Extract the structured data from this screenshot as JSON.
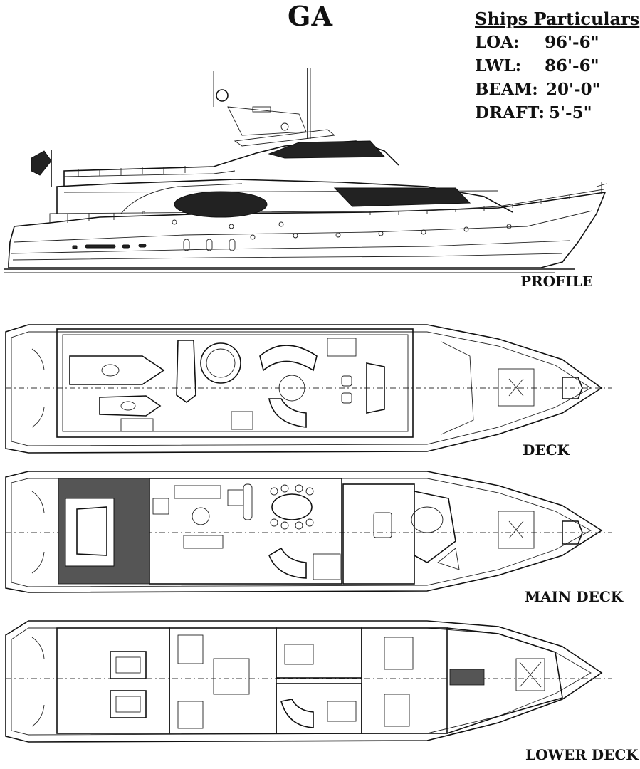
{
  "title": "GA",
  "particulars": {
    "heading": "Ships Particulars",
    "loa": {
      "label": "LOA:",
      "value": "96'-6\""
    },
    "lwl": {
      "label": "LWL:",
      "value": "86'-6\""
    },
    "beam": {
      "label": "BEAM:",
      "value": "20'-0\""
    },
    "draft": {
      "label": "DRAFT:",
      "value": "5'-5\""
    }
  },
  "views": {
    "profile": "PROFILE",
    "deck": "DECK",
    "main_deck": "MAIN DECK",
    "lower_deck": "LOWER DECK"
  },
  "icons": {
    "flag": "flag-icon",
    "radar": "radar-dome-icon"
  }
}
